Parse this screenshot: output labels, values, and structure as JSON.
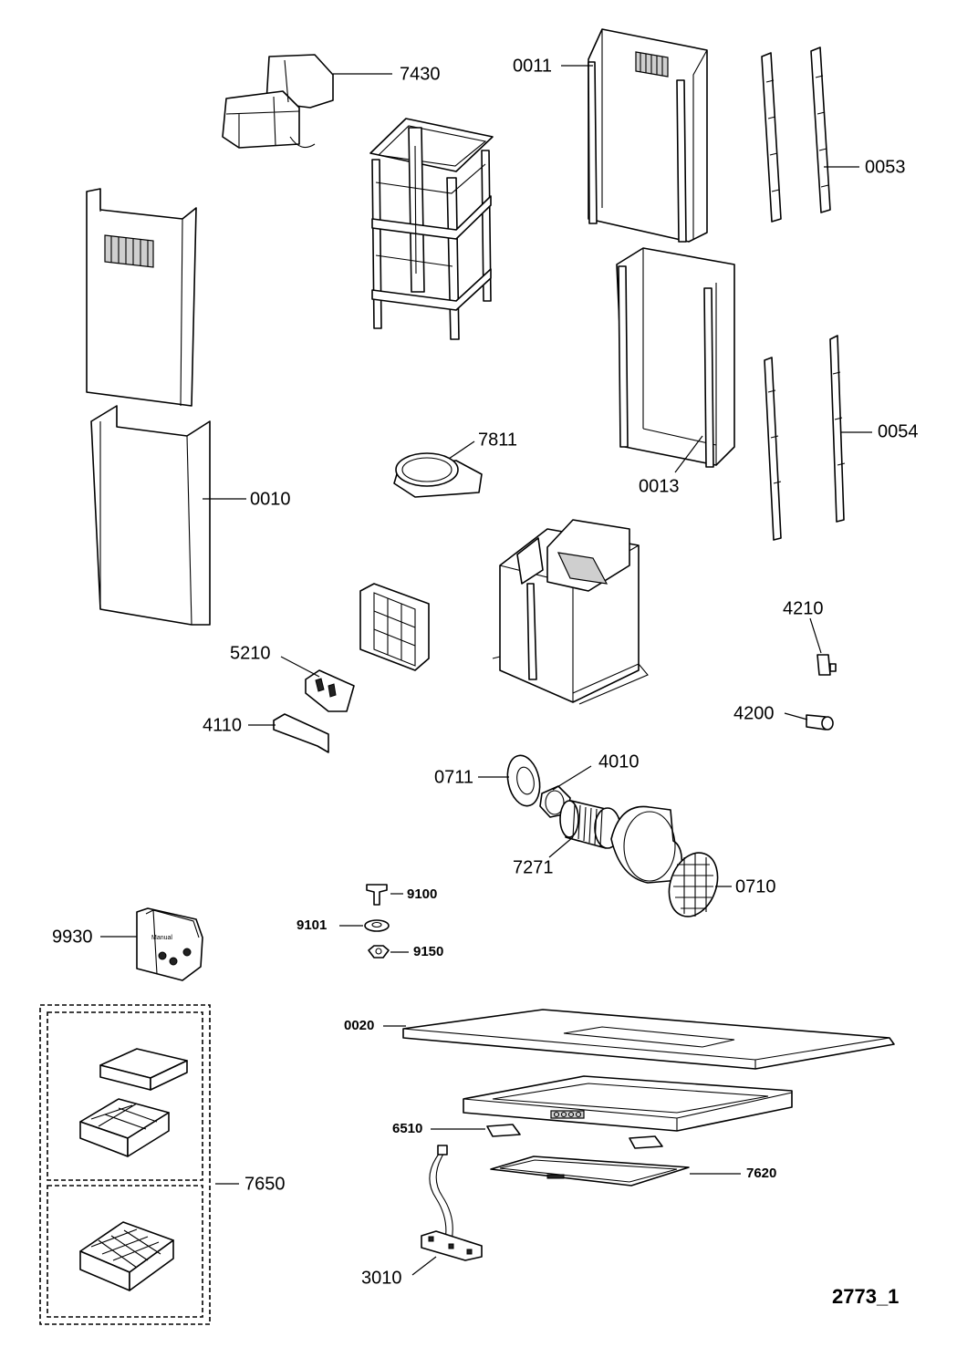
{
  "diagram": {
    "drawing_code": "2773_1",
    "manual_text": "Manual",
    "parts": [
      {
        "id": "7430",
        "label": "7430"
      },
      {
        "id": "0011",
        "label": "0011"
      },
      {
        "id": "0053",
        "label": "0053"
      },
      {
        "id": "0013",
        "label": "0013"
      },
      {
        "id": "0054",
        "label": "0054"
      },
      {
        "id": "7811",
        "label": "7811"
      },
      {
        "id": "0010",
        "label": "0010"
      },
      {
        "id": "5210",
        "label": "5210"
      },
      {
        "id": "4110",
        "label": "4110"
      },
      {
        "id": "4210",
        "label": "4210"
      },
      {
        "id": "4200",
        "label": "4200"
      },
      {
        "id": "0711",
        "label": "0711"
      },
      {
        "id": "4010",
        "label": "4010"
      },
      {
        "id": "7271",
        "label": "7271"
      },
      {
        "id": "0710",
        "label": "0710"
      },
      {
        "id": "9100",
        "label": "9100"
      },
      {
        "id": "9101",
        "label": "9101"
      },
      {
        "id": "9150",
        "label": "9150"
      },
      {
        "id": "9930",
        "label": "9930"
      },
      {
        "id": "0020",
        "label": "0020"
      },
      {
        "id": "6510",
        "label": "6510"
      },
      {
        "id": "7620",
        "label": "7620"
      },
      {
        "id": "7650",
        "label": "7650"
      },
      {
        "id": "3010",
        "label": "3010"
      }
    ]
  }
}
